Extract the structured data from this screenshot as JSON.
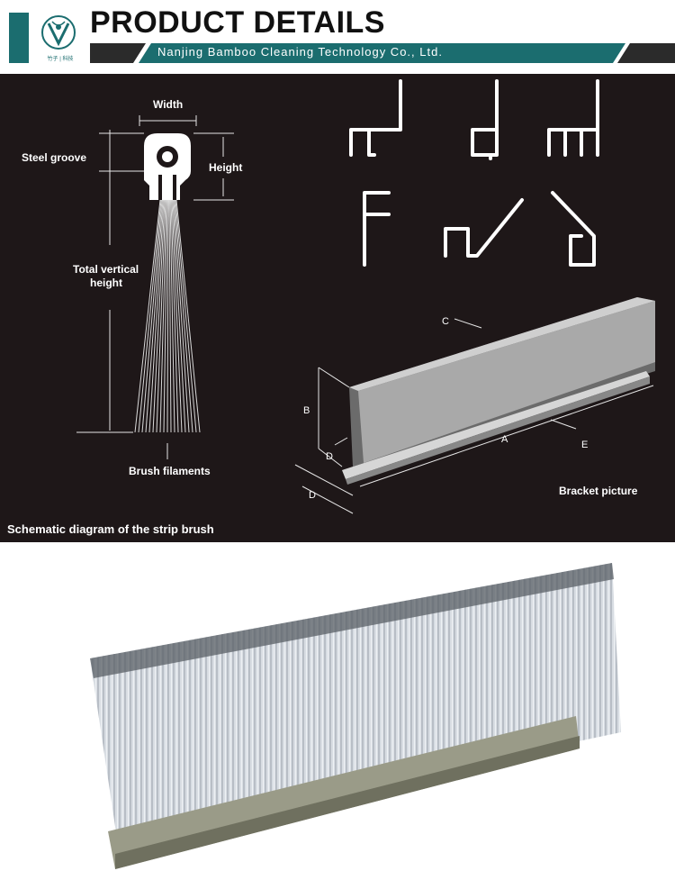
{
  "header": {
    "title": "PRODUCT DETAILS",
    "company": "Nanjing Bamboo Cleaning Technology Co., Ltd.",
    "logo_text": "竹子 | 科技"
  },
  "diagram": {
    "labels": {
      "width": "Width",
      "steel_groove": "Steel groove",
      "height": "Height",
      "total_vertical_1": "Total vertical",
      "total_vertical_2": "height",
      "brush_filaments": "Brush filaments",
      "caption": "Schematic diagram of the strip brush",
      "bracket_picture": "Bracket picture"
    },
    "dimension_letters": {
      "a": "A",
      "b": "B",
      "c": "C",
      "d1": "D",
      "d2": "D",
      "e": "E"
    }
  },
  "colors": {
    "teal": "#1b6d6f",
    "dark_band": "#2b2b2b",
    "diagram_bg": "#1e1718"
  }
}
